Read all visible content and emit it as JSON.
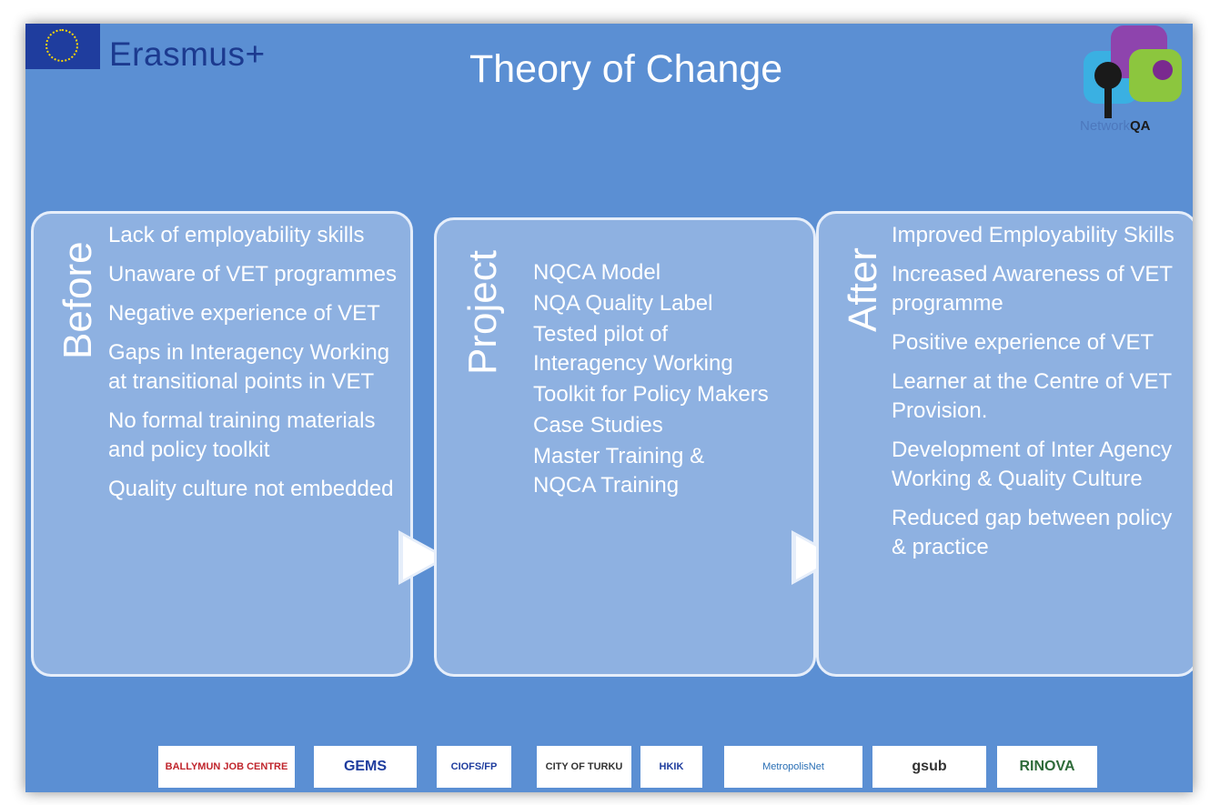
{
  "header": {
    "brand": "Erasmus+",
    "title": "Theory of Change",
    "logo_text_prefix": "Network",
    "logo_text_suffix": "QA"
  },
  "before": {
    "label": "Before",
    "items": [
      "Lack of employability skills",
      "Unaware of VET programmes",
      "Negative experience of VET",
      "Gaps in Interagency Working at transitional points in VET",
      "No formal training materials and policy toolkit",
      "Quality culture not embedded"
    ]
  },
  "project": {
    "label": "Project",
    "items": [
      "NQCA Model",
      "NQA Quality Label",
      "Tested pilot of Interagency Working",
      "Toolkit for Policy Makers",
      "Case Studies",
      "Master Training & NQCA Training"
    ]
  },
  "after": {
    "label": "After",
    "items": [
      "Improved Employability Skills",
      "Increased Awareness of VET programme",
      "Positive experience of VET",
      "Learner at the Centre of VET Provision.",
      "Development of Inter Agency Working & Quality Culture",
      "Reduced gap between policy & practice"
    ]
  },
  "partners": [
    {
      "name": "BALLYMUN JOB CENTRE"
    },
    {
      "name": "GEMS"
    },
    {
      "name": "CIOFS/FP"
    },
    {
      "name": "CITY OF TURKU"
    },
    {
      "name": "HKIK"
    },
    {
      "name": "MetropolisNet"
    },
    {
      "name": "gsub"
    },
    {
      "name": "RINOVA"
    }
  ]
}
